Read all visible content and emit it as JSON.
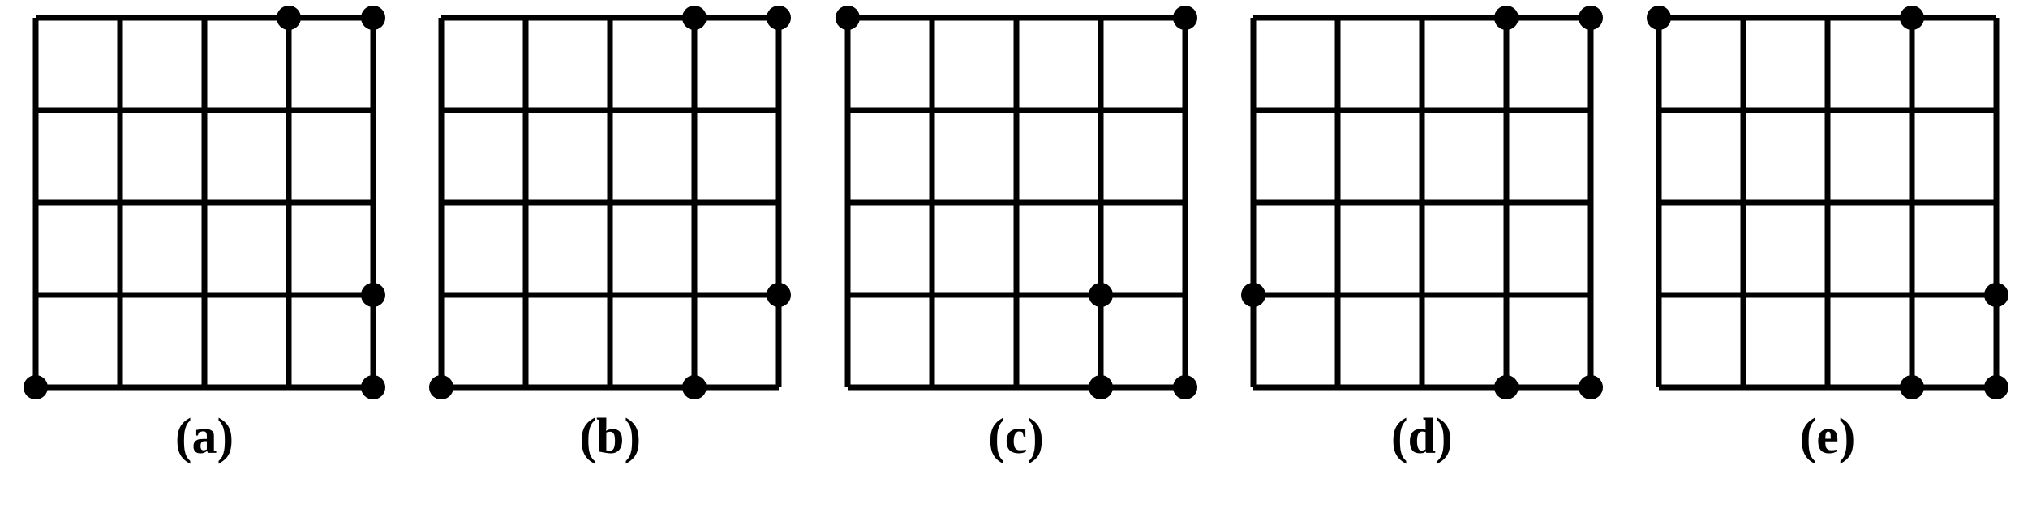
{
  "figure": {
    "background_color": "#ffffff",
    "line_color": "#000000",
    "dot_color": "#000000",
    "panel_count": 5
  },
  "chart_data": {
    "type": "diagram",
    "title": "",
    "subtitle": "",
    "xlabel": "",
    "ylabel": "",
    "description": "Five 4x4 square lattice grids, each marked with five highlighted lattice points (filled black dots) at selected vertices.",
    "grid": {
      "columns": 4,
      "rows": 4,
      "lattice_cols": 5,
      "lattice_rows": 5,
      "coordinate_origin": "top-left",
      "coordinate_note": "Points are given as [col, row] with col 0..4 left-to-right and row 0..4 top-to-bottom."
    },
    "legend": [],
    "panels": [
      {
        "id": "a",
        "label": "(a)",
        "marked_points": [
          [
            3,
            0
          ],
          [
            4,
            0
          ],
          [
            4,
            3
          ],
          [
            0,
            4
          ],
          [
            4,
            4
          ]
        ],
        "marked_point_count": 5
      },
      {
        "id": "b",
        "label": "(b)",
        "marked_points": [
          [
            3,
            0
          ],
          [
            4,
            0
          ],
          [
            4,
            3
          ],
          [
            0,
            4
          ],
          [
            3,
            4
          ]
        ],
        "marked_point_count": 5
      },
      {
        "id": "c",
        "label": "(c)",
        "marked_points": [
          [
            0,
            0
          ],
          [
            4,
            0
          ],
          [
            3,
            3
          ],
          [
            3,
            4
          ],
          [
            4,
            4
          ]
        ],
        "marked_point_count": 5
      },
      {
        "id": "d",
        "label": "(d)",
        "marked_points": [
          [
            3,
            0
          ],
          [
            4,
            0
          ],
          [
            0,
            3
          ],
          [
            3,
            4
          ],
          [
            4,
            4
          ]
        ],
        "marked_point_count": 5
      },
      {
        "id": "e",
        "label": "(e)",
        "marked_points": [
          [
            0,
            0
          ],
          [
            3,
            0
          ],
          [
            4,
            3
          ],
          [
            3,
            4
          ],
          [
            4,
            4
          ]
        ],
        "marked_point_count": 5
      }
    ]
  }
}
